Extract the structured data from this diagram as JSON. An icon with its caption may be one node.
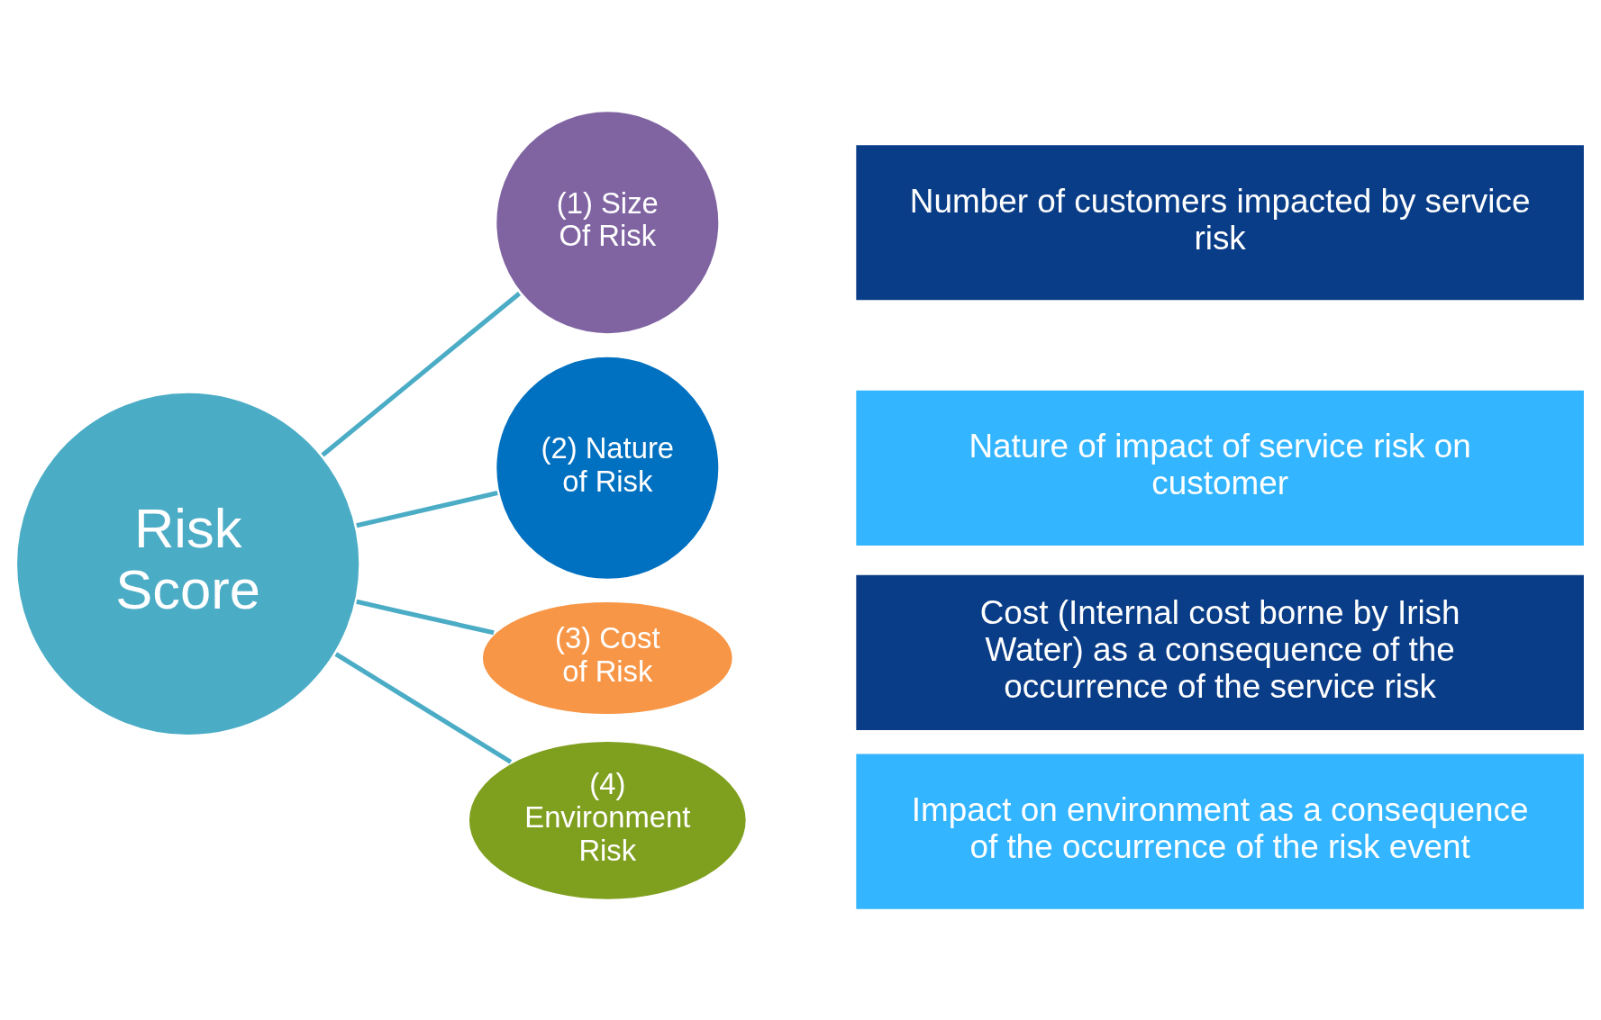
{
  "diagram": {
    "nodes": [
      {
        "text": [
          "Risk Score"
        ]
      },
      {
        "text": [
          "(1) Size Of Risk"
        ]
      },
      {
        "text": [
          "(2) Nature of Risk"
        ]
      },
      {
        "text": [
          "(3) Cost of Risk"
        ]
      },
      {
        "text": [
          "(4) Environment Risk"
        ]
      },
      {
        "text": [
          "Number of customers impacted by service risk"
        ]
      },
      {
        "text": [
          "Nature of impact of service risk on customer"
        ]
      },
      {
        "text": [
          "Cost (Internal cost borne by Irish Water) as a consequence of the occurrence of the service risk"
        ]
      },
      {
        "text": [
          "Impact on environment as a consequence of the occurrence of the risk event"
        ]
      }
    ],
    "edges": [
      {
        "from": 0,
        "to": 1,
        "arrow": "none"
      },
      {
        "from": 0,
        "to": 2,
        "arrow": "none"
      },
      {
        "from": 0,
        "to": 3,
        "arrow": "none"
      },
      {
        "from": 0,
        "to": 4,
        "arrow": "none"
      }
    ]
  }
}
